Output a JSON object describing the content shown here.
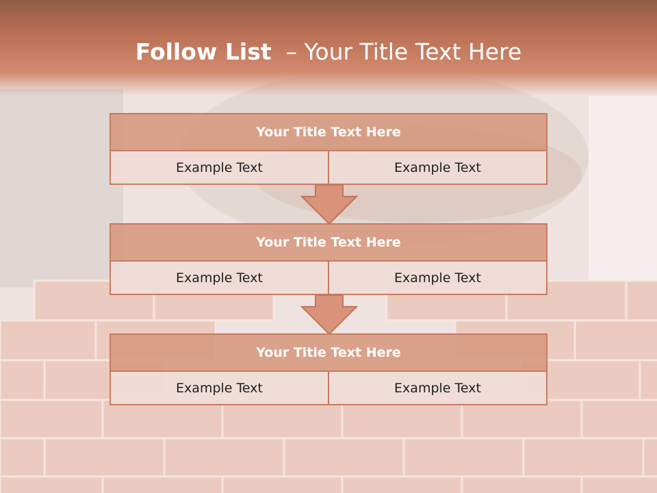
{
  "slide": {
    "title_strong": "Follow List",
    "title_rest": "– Your Title Text Here"
  },
  "blocks": [
    {
      "title": "Your Title Text Here",
      "cells": [
        "Example Text",
        "Example Text"
      ]
    },
    {
      "title": "Your Title Text Here",
      "cells": [
        "Example Text",
        "Example Text"
      ]
    },
    {
      "title": "Your Title Text Here",
      "cells": [
        "Example Text",
        "Example Text"
      ]
    }
  ],
  "colors": {
    "header": "#b97054",
    "block_title_fill": "#d6967d",
    "block_border": "#c77b5e",
    "cell_fill": "#f0dcd7",
    "arrow_fill": "#d9937a"
  }
}
